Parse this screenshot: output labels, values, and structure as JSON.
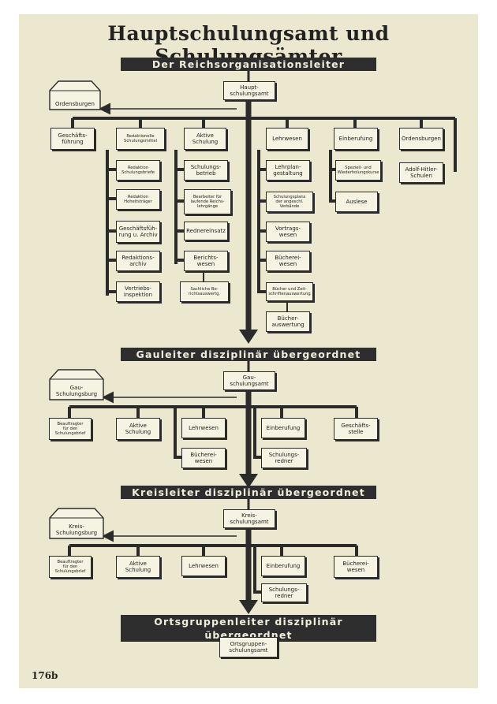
{
  "title": "Hauptschulungsamt und Schulungsämter",
  "page_number": "176b",
  "banners": {
    "reich": "Der Reichsorganisationsleiter",
    "gau": "Gauleiter disziplinär übergeordnet",
    "kreis": "Kreisleiter disziplinär übergeordnet",
    "orts": "Ortsgruppenleiter disziplinär übergeordnet"
  },
  "reich": {
    "office": "Haupt-\nschulungsamt",
    "school": "Ordensburgen",
    "departments": [
      {
        "label": "Geschäfts-\nführung",
        "items": []
      },
      {
        "label": "Redaktionelle\nSchulungsmittel",
        "items": [
          "Redaktion\nSchulungsbriefe",
          "Redaktion\nHoheitsträger",
          "Geschäftsfüh-\nrung u. Archiv",
          "Redaktions-\narchiv",
          "Vertriebs-\ninspektion"
        ]
      },
      {
        "label": "Aktive\nSchulung",
        "items": [
          "Schulungs-\nbetrieb",
          "Bearbeiter für\nlaufende Reichs-\nlehrgänge",
          "Rednereinsatz",
          "Berichts-\nwesen",
          "Sachliche Be-\nrichtsauswertg."
        ]
      },
      {
        "label": "Lehrwesen",
        "items": [
          "Lehrplan-\ngestaltung",
          "Schulungsplans\nder angeschl. Verbände",
          "Vortrags-\nwesen",
          "Bücherei-\nwesen",
          "Bücher und Zeit-\nschriftenauswertung",
          "Bücher-\nauswertung"
        ]
      },
      {
        "label": "Einberufung",
        "items": [
          "Speziell- und\nWiederholungskurse",
          "Auslese"
        ]
      },
      {
        "label": "Ordensburgen",
        "items": [
          "Adolf-Hitler-\nSchulen"
        ]
      }
    ]
  },
  "gau": {
    "office": "Gau-\nschulungsamt",
    "school": "Gau-\nSchulungsburg",
    "departments": [
      "Beauftragter\nfür den\nSchulungsbrief",
      "Aktive\nSchulung",
      "Lehrwesen",
      "Einberufung",
      "Geschäfts-\nstelle"
    ],
    "sub": [
      "Bücherei-\nwesen",
      "Schulungs-\nredner"
    ]
  },
  "kreis": {
    "office": "Kreis-\nschulungsamt",
    "school": "Kreis-\nSchulungsburg",
    "departments": [
      "Beauftragter\nfür den\nSchulungsbrief",
      "Aktive\nSchulung",
      "Lehrwesen",
      "Einberufung",
      "Bücherei-\nwesen"
    ],
    "sub": [
      "Schulungs-\nredner"
    ]
  },
  "orts": {
    "office": "Ortsgruppen-\nschulungsamt"
  }
}
